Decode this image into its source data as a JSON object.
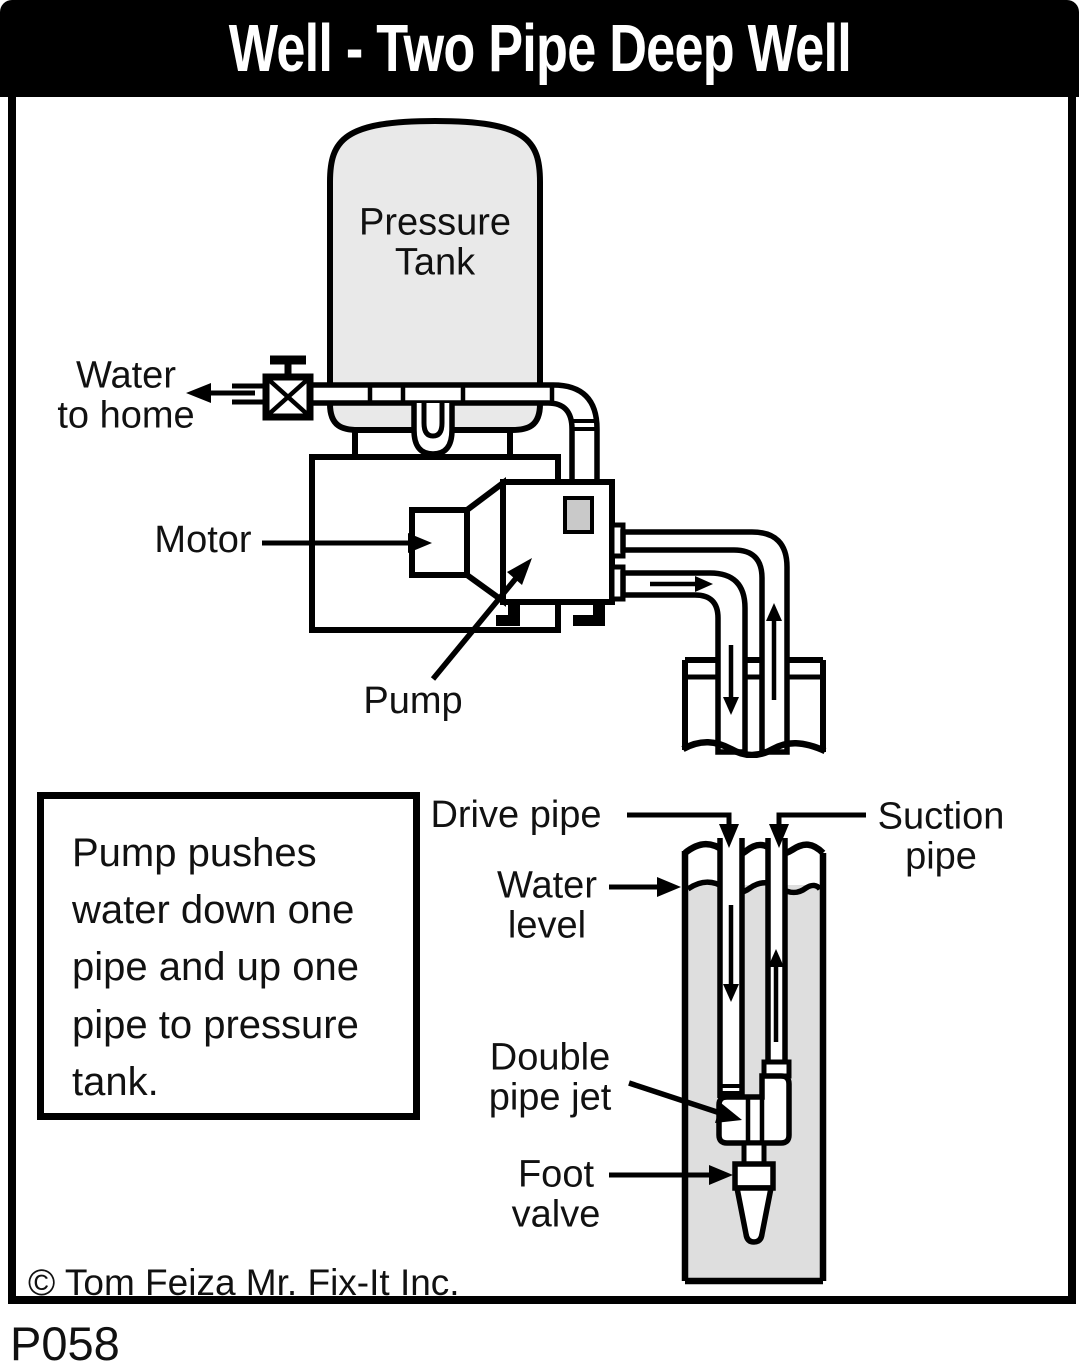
{
  "title": "Well - Two Pipe Deep Well",
  "caption": "Pump pushes\nwater down one\npipe and up one\npipe to pressure\ntank.",
  "labels": {
    "pressure_tank": "Pressure\nTank",
    "water_to_home": "Water\nto home",
    "motor": "Motor",
    "pump": "Pump",
    "drive_pipe": "Drive pipe",
    "suction_pipe": "Suction\npipe",
    "water_level": "Water\nlevel",
    "double_pipe_jet": "Double\npipe jet",
    "foot_valve": "Foot\nvalve"
  },
  "footer": {
    "copyright": "© Tom Feiza Mr. Fix-It Inc.",
    "figure_code": "P058"
  },
  "icons": {
    "shutoff_valve": "gate-valve-icon",
    "flow_arrows": [
      "left",
      "right",
      "down",
      "up"
    ]
  },
  "colors": {
    "line": "#000000",
    "tank_fill": "#e9e9e9",
    "water_fill": "#dedede",
    "pump_detail_fill": "#c9c9c9",
    "title_bg": "#000000",
    "title_text": "#ffffff",
    "background": "#ffffff"
  }
}
